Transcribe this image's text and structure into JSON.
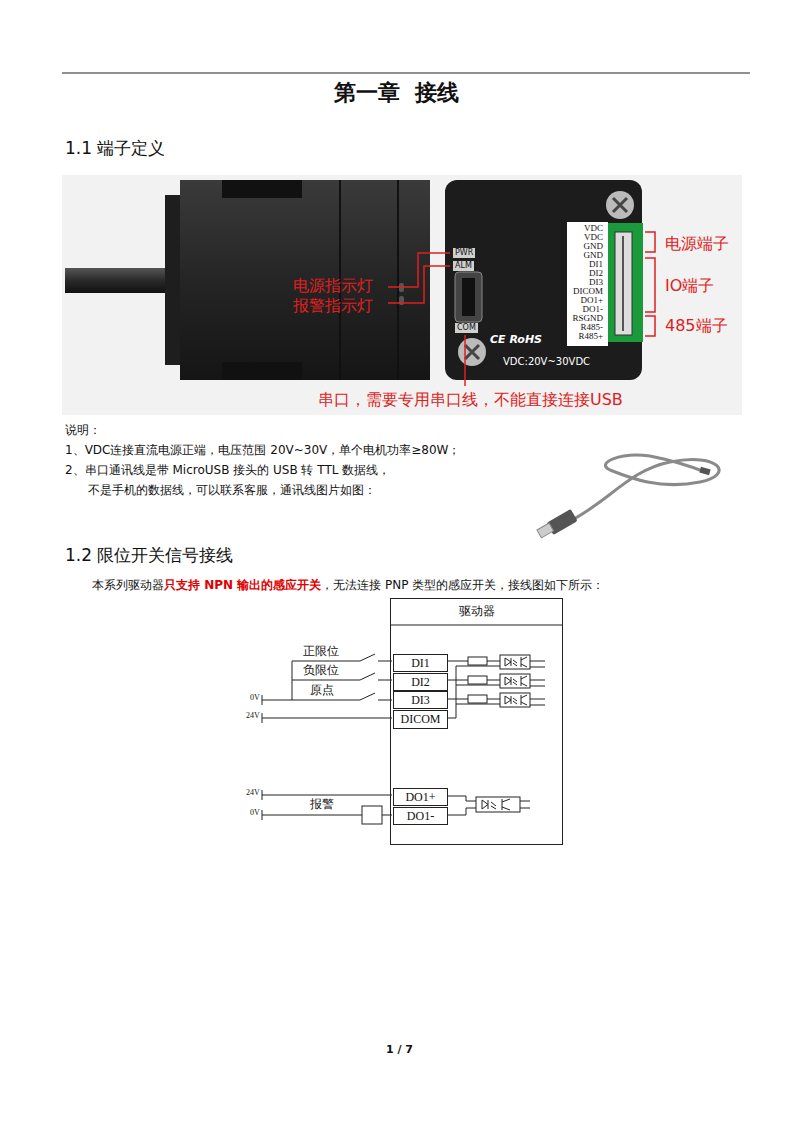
{
  "diagram": {
    "title": "第一章  接线",
    "nodes": [
      {
        "text": [
          "驱动器"
        ]
      },
      {
        "text": [
          "DI1"
        ],
        "in": 0
      },
      {
        "text": [
          "DI2"
        ],
        "in": 0
      },
      {
        "text": [
          "DI3"
        ],
        "in": 0
      },
      {
        "text": [
          "DICOM"
        ],
        "in": 0
      },
      {
        "text": [
          "DO1+"
        ],
        "in": 0
      },
      {
        "text": [
          "DO1-"
        ],
        "in": 0
      }
    ],
    "labels": [
      "1.1 端子定义",
      "VDC",
      "VDC",
      "GND",
      "GND",
      "DI1",
      "DI2",
      "DI3",
      "DICOM",
      "DO1+",
      "DO1-",
      "RSGND",
      "R485-",
      "R485+",
      "PWR",
      "ALM",
      "COM",
      "电源指示灯",
      "报警指示灯",
      "电源端子",
      "IO端子",
      "485端子",
      "CE RoHS",
      "VDC:20V~30VDC",
      "串口，需要专用串口线，不能直接连接USB",
      "说明：",
      "1、VDC连接直流电源正端，电压范围 20V~30V，单个电机功率≥80W；",
      "2、串口通讯线是带 MicroUSB 接头的 USB 转 TTL 数据线，",
      "不是手机的数据线，可以联系客服，通讯线图片如图：",
      "1.2 限位开关信号接线",
      "本系列驱动器",
      "只支持 NPN 输出的感应开关",
      "，无法连接 PNP 类型的感应开关，接线图如下所示：",
      "正限位",
      "负限位",
      "原点",
      "0V",
      "24V",
      "24V",
      "0V",
      "报警",
      "1 / 7"
    ]
  }
}
